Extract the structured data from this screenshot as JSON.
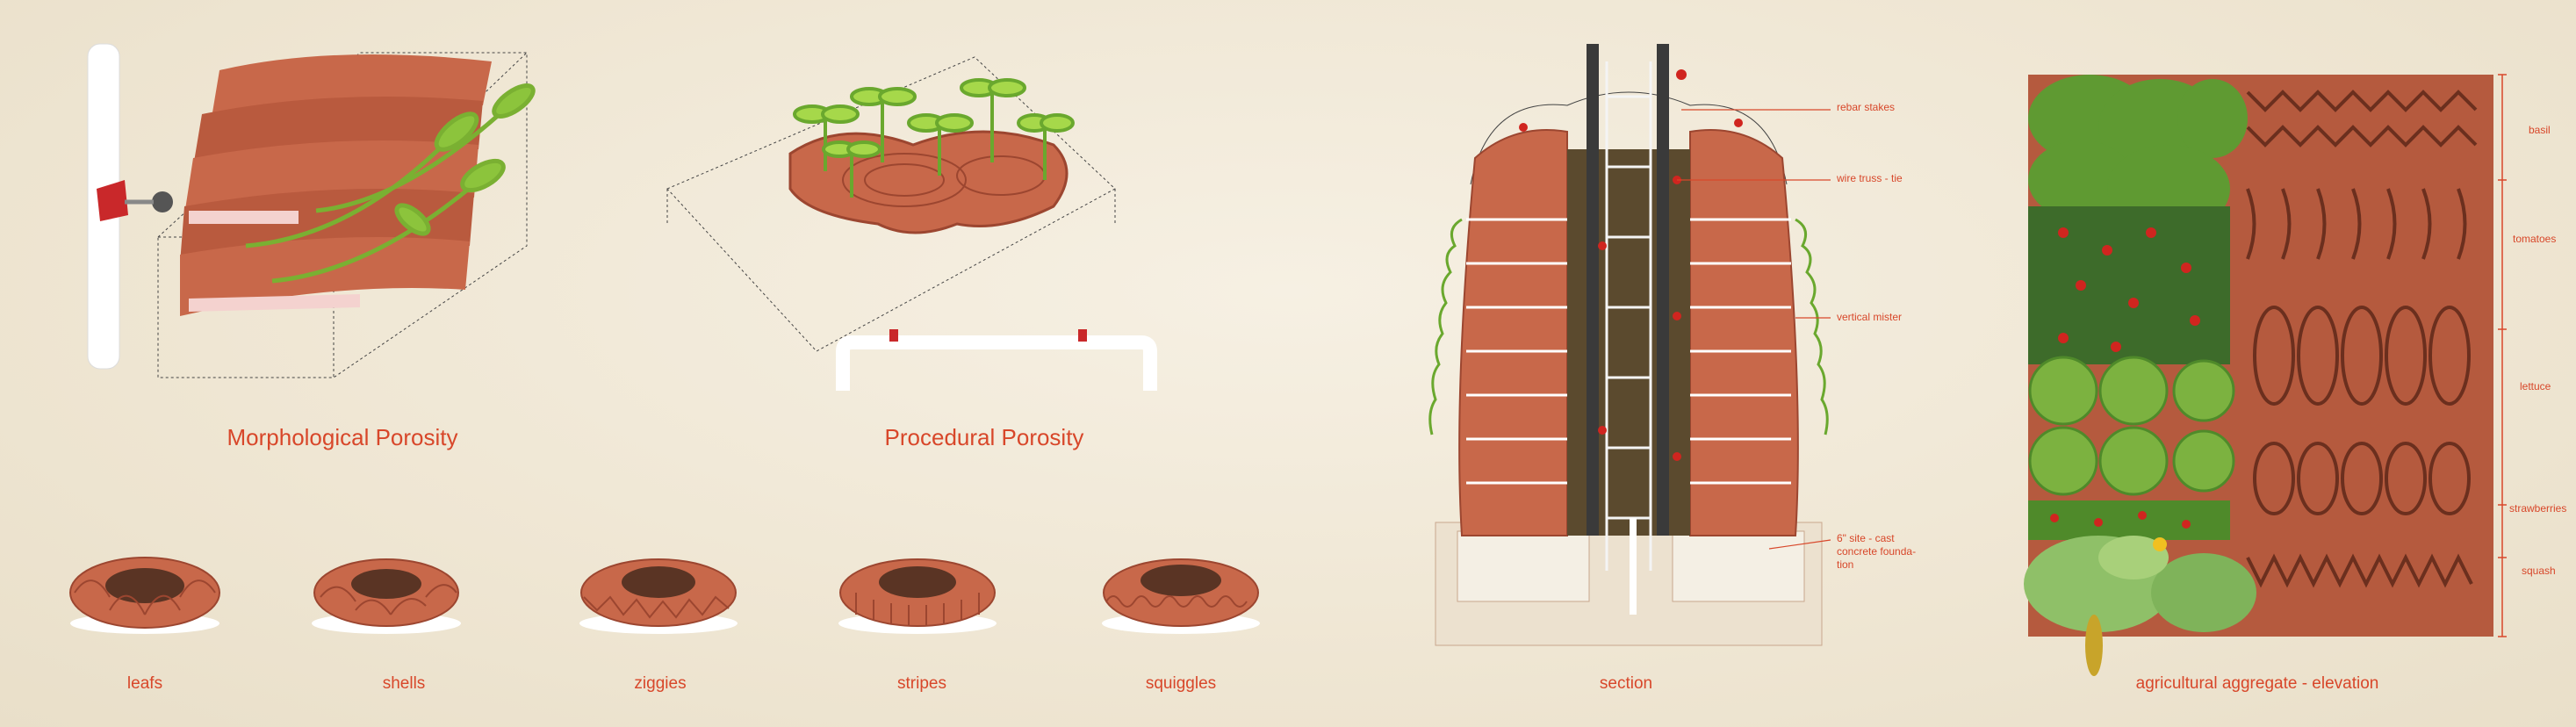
{
  "panels": {
    "morphological": {
      "title": "Morphological Porosity"
    },
    "procedural": {
      "title": "Procedural Porosity"
    },
    "section": {
      "label": "section",
      "annotations": [
        "rebar stakes",
        "wire truss - tie",
        "vertical mister",
        "6\" site - cast concrete founda-tion"
      ]
    },
    "aggregate": {
      "label": "agricultural aggregate - elevation",
      "crops": [
        "basil",
        "tomatoes",
        "lettuce",
        "strawberries",
        "squash"
      ]
    }
  },
  "modules": [
    {
      "label": "leafs"
    },
    {
      "label": "shells"
    },
    {
      "label": "ziggies"
    },
    {
      "label": "stripes"
    },
    {
      "label": "squiggles"
    }
  ],
  "colors": {
    "accent": "#d8472a",
    "clay": "#c8684a",
    "clay_dark": "#9c4630",
    "leaf": "#8cc43c"
  }
}
